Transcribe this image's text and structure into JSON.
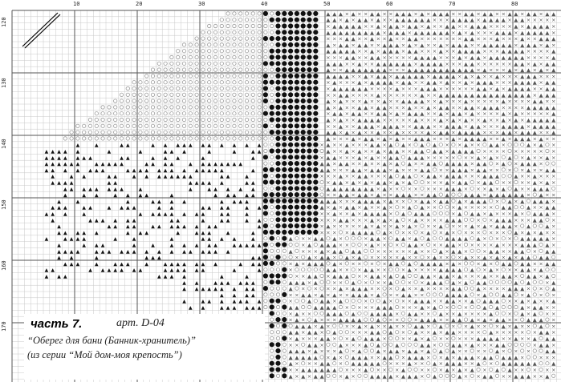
{
  "rulers": {
    "top": [
      "10",
      "20",
      "30",
      "40",
      "50",
      "60",
      "70",
      "80"
    ],
    "left": [
      "120",
      "130",
      "140",
      "150",
      "160",
      "170"
    ]
  },
  "caption": {
    "part_title": "часть 7.",
    "article": "арт. D-04",
    "line2": "“Оберег для бани (Банник-хранитель)”",
    "line3": "(из серии “Мой дом-моя крепость”)"
  },
  "colors": {
    "grid_minor": "#c8c8c8",
    "grid_major": "#555555",
    "symbol_dark": "#111111",
    "symbol_mid": "#555555",
    "symbol_light": "#9a9a9a"
  }
}
